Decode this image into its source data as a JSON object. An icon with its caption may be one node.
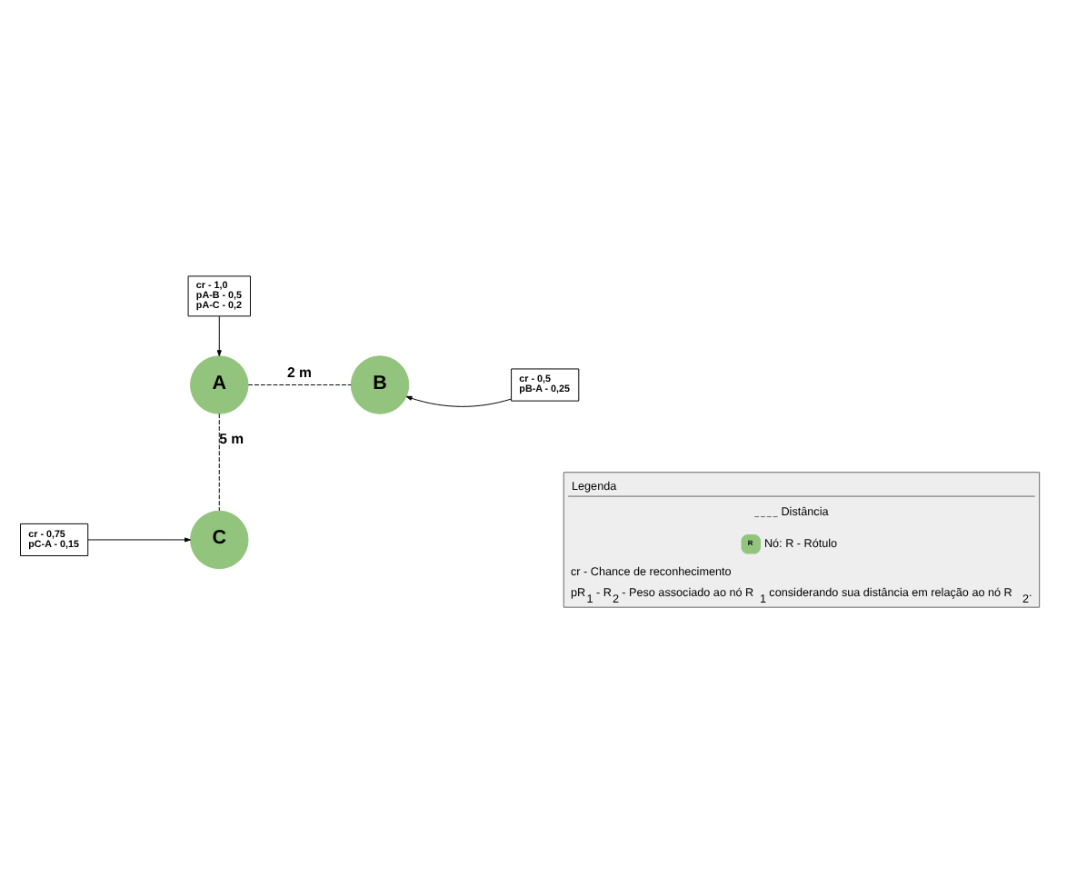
{
  "diagram": {
    "nodes": [
      {
        "text": [
          "A"
        ]
      },
      {
        "text": [
          "B"
        ]
      },
      {
        "text": [
          "cr - 0,5",
          "pB-A - 0,25"
        ]
      },
      {
        "text": [
          "cr - 1,0",
          "pA-B - 0,5",
          "pA-C - 0,2"
        ]
      },
      {
        "text": [
          "C"
        ]
      },
      {
        "text": [
          "cr - 0,75",
          "pC-A - 0,15"
        ]
      }
    ],
    "edges": [
      {
        "from": 0,
        "to": 1,
        "arrow": "none",
        "style": "dashed",
        "label": "2 m"
      },
      {
        "from": 2,
        "to": 1,
        "arrow": "to"
      },
      {
        "from": 3,
        "to": 0,
        "arrow": "to"
      },
      {
        "from": 0,
        "to": 4,
        "arrow": "none",
        "style": "dashed",
        "label": "5 m"
      },
      {
        "from": 5,
        "to": 4,
        "arrow": "to"
      }
    ],
    "labels": [
      "Legenda",
      "R",
      "cr - Chance de reconhecimento",
      "pR$_{1}$ - R$_{2}$ - Peso associado ao nó R$_{1}$ considerando sua distância em relação ao nó R$_{2}$."
    ],
    "legend": [
      {
        "text": "Distância"
      },
      {
        "text": "Nó: R - Rótulo",
        "color": "#93c47d"
      }
    ]
  }
}
